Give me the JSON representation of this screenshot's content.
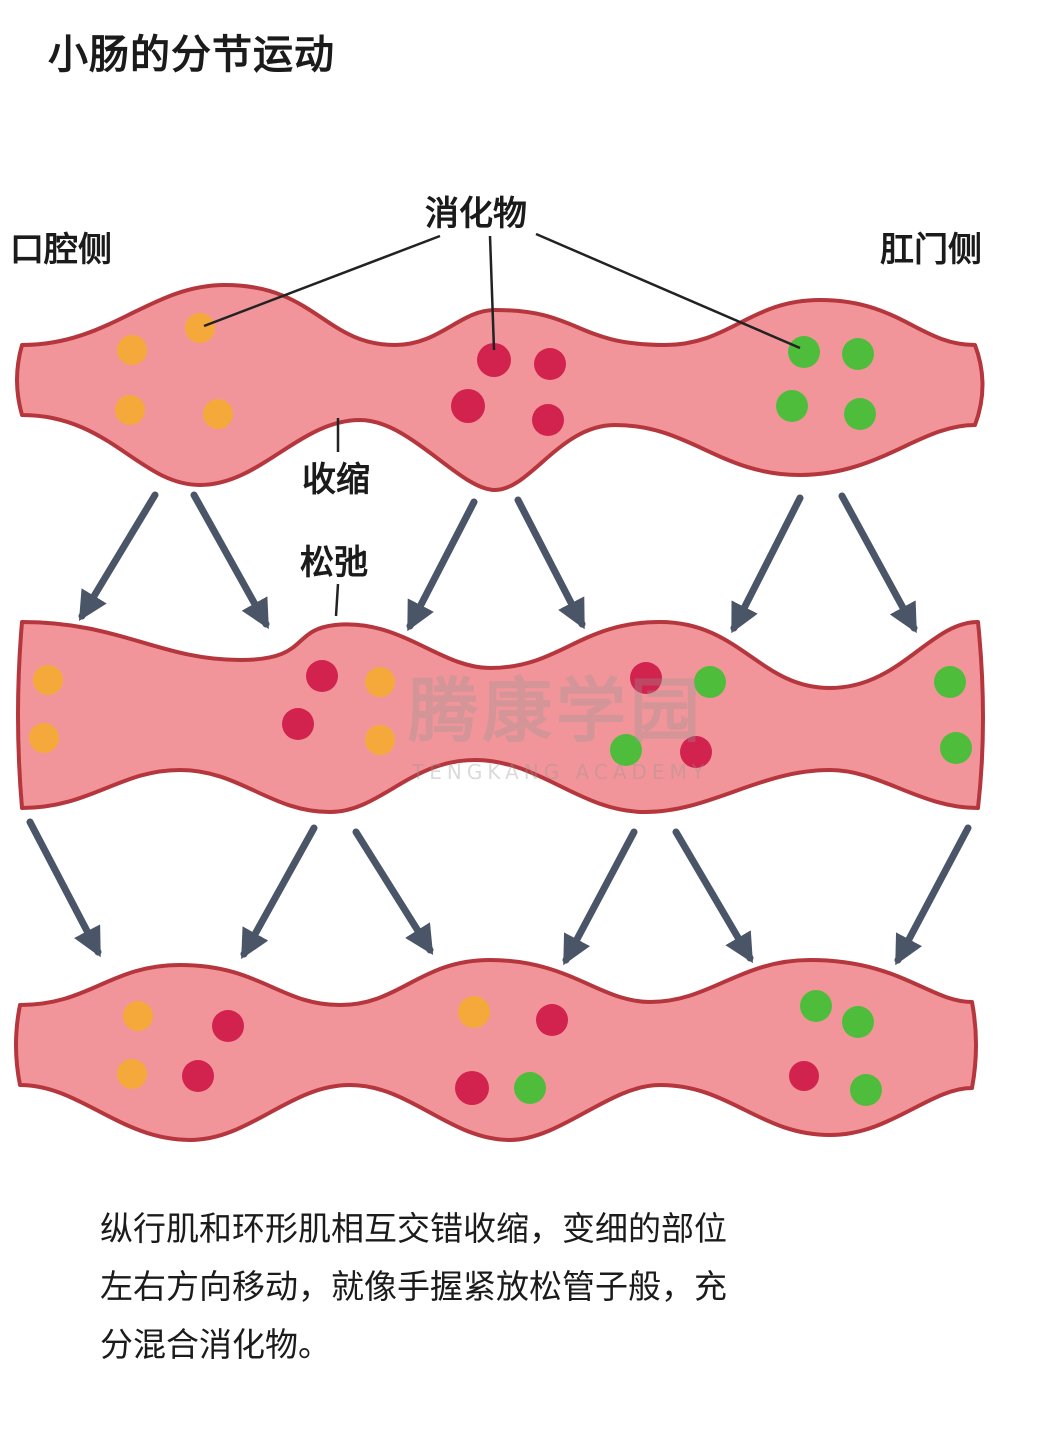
{
  "title": "小肠的分节运动",
  "labels": {
    "oral_side": "口腔侧",
    "anal_side": "肛门侧",
    "digesta": "消化物",
    "contraction": "收缩",
    "relaxation": "松弛"
  },
  "caption": [
    "纵行肌和环形肌相互交错收缩，变细的部位",
    "左右方向移动，就像手握紧放松管子般，充",
    "分混合消化物。"
  ],
  "watermark": {
    "name": "腾康学园",
    "subtitle": "TENGKANG ACADEMY"
  },
  "colors": {
    "tube_fill": "#f1959a",
    "tube_stroke": "#b5363d",
    "arrow": "#4a5567",
    "dot_orange": "#f6a93b",
    "dot_red": "#d2224e",
    "dot_green": "#4fbd3c"
  }
}
